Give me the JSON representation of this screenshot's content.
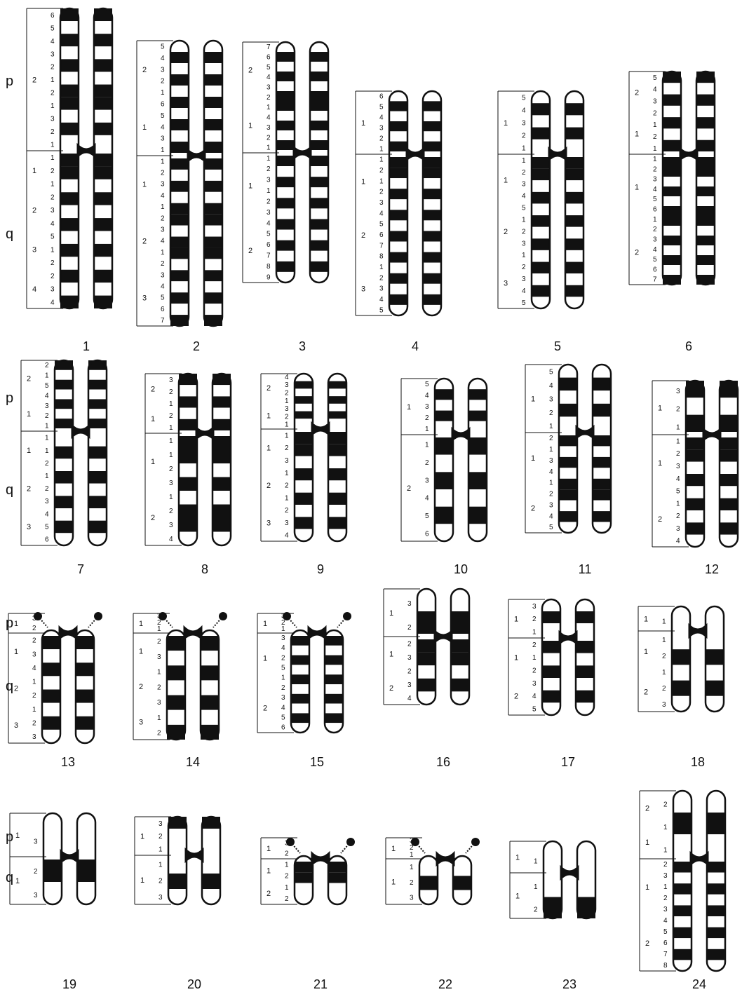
{
  "arm_labels": {
    "p": "p",
    "q": "q"
  },
  "chromosomes": [
    {
      "id": "1",
      "label": "1",
      "p_bands": "6 5 4 3 2 1 2 1 3 2 1",
      "q_bands": "1 2 1 2 3 4 5 1 2 2 3 4",
      "p_regions": [
        "2"
      ],
      "q_regions": [
        "1",
        "2",
        "3",
        "4"
      ],
      "pattern_p": [
        1,
        0,
        1,
        0,
        1,
        0,
        1,
        1,
        0,
        1,
        0
      ],
      "pattern_q": [
        1,
        1,
        0,
        1,
        0,
        1,
        0,
        1,
        0,
        1,
        0,
        1
      ],
      "acro": false
    },
    {
      "id": "2",
      "label": "2",
      "p_bands": "5 4 3 2 1 6 5 4 3 1",
      "q_bands": "1 2 3 4 1 2 3 4 1 2 3 4 5 6 7",
      "p_regions": [
        "2",
        "1"
      ],
      "q_regions": [
        "1",
        "2",
        "3"
      ],
      "pattern_p": [
        0,
        1,
        0,
        1,
        0,
        1,
        0,
        1,
        0,
        1
      ],
      "pattern_q": [
        1,
        0,
        1,
        0,
        1,
        1,
        0,
        1,
        1,
        0,
        1,
        0,
        1,
        0,
        1
      ],
      "acro": false
    },
    {
      "id": "3",
      "label": "3",
      "p_bands": "7 6 5 4 3 2 1 4 3 2 1",
      "q_bands": "1 2 3 1 2 3 4 5 6 7 8 9",
      "p_regions": [
        "2",
        "1"
      ],
      "q_regions": [
        "1",
        "2"
      ],
      "pattern_p": [
        0,
        1,
        0,
        1,
        0,
        1,
        1,
        0,
        1,
        0,
        1
      ],
      "pattern_q": [
        1,
        0,
        1,
        0,
        1,
        0,
        1,
        0,
        1,
        0,
        1,
        0
      ],
      "acro": false
    },
    {
      "id": "4",
      "label": "4",
      "p_bands": "6 5 4 3 2 1",
      "q_bands": "1 2 1 2 3 4 5 6 7 8 1 2 3 4 5",
      "p_regions": [
        "1"
      ],
      "q_regions": [
        "1",
        "2",
        "3"
      ],
      "pattern_p": [
        0,
        1,
        0,
        1,
        0,
        1
      ],
      "pattern_q": [
        1,
        1,
        0,
        1,
        0,
        1,
        0,
        1,
        0,
        1,
        0,
        1,
        0,
        1,
        0
      ],
      "acro": false
    },
    {
      "id": "5",
      "label": "5",
      "p_bands": "5 4 3 2 1",
      "q_bands": "1 2 3 4 5 1 2 3 1 2 3 4 5",
      "p_regions": [
        "1"
      ],
      "q_regions": [
        "1",
        "2",
        "3"
      ],
      "pattern_p": [
        0,
        1,
        0,
        1,
        0
      ],
      "pattern_q": [
        1,
        1,
        0,
        1,
        0,
        1,
        0,
        1,
        0,
        1,
        0,
        1,
        0
      ],
      "acro": false
    },
    {
      "id": "6",
      "label": "6",
      "p_bands": "5 4 3 2 1 2 1",
      "q_bands": "1 2 3 4 5 6 1 2 3 4 5 6 7",
      "p_regions": [
        "2",
        "1"
      ],
      "q_regions": [
        "1",
        "2"
      ],
      "pattern_p": [
        1,
        0,
        1,
        0,
        1,
        0,
        1
      ],
      "pattern_q": [
        1,
        1,
        0,
        1,
        0,
        1,
        1,
        0,
        1,
        0,
        1,
        0,
        1
      ],
      "acro": false
    },
    {
      "id": "7",
      "label": "7",
      "p_bands": "2 1 5 4 3 2 1",
      "q_bands": "1 1 2 1 2 3 4 5 6",
      "p_regions": [
        "2",
        "1"
      ],
      "q_regions": [
        "1",
        "2",
        "3"
      ],
      "pattern_p": [
        1,
        0,
        1,
        0,
        1,
        0,
        1
      ],
      "pattern_q": [
        0,
        1,
        0,
        1,
        0,
        1,
        0,
        1,
        0
      ],
      "acro": false
    },
    {
      "id": "8",
      "label": "8",
      "p_bands": "3 2 1 2 1",
      "q_bands": "1 1 2 3 1 2 3 4",
      "p_regions": [
        "2",
        "1"
      ],
      "q_regions": [
        "1",
        "2"
      ],
      "pattern_p": [
        1,
        0,
        1,
        0,
        1
      ],
      "pattern_q": [
        1,
        1,
        0,
        1,
        0,
        1,
        1,
        0
      ],
      "acro": false
    },
    {
      "id": "9",
      "label": "9",
      "p_bands": "4 3 2 1 3 2 1",
      "q_bands": "1 2 3 1 2 1 2 3 4",
      "p_regions": [
        "2",
        "1"
      ],
      "q_regions": [
        "1",
        "2",
        "3"
      ],
      "pattern_p": [
        0,
        1,
        0,
        1,
        0,
        1,
        0
      ],
      "pattern_q": [
        1,
        1,
        0,
        1,
        0,
        1,
        0,
        1,
        0
      ],
      "acro": false
    },
    {
      "id": "10",
      "label": "10",
      "p_bands": "5 4 3 2 1",
      "q_bands": "1 2 3 4 5 6",
      "p_regions": [
        "1"
      ],
      "q_regions": [
        "2"
      ],
      "pattern_p": [
        0,
        1,
        0,
        1,
        0
      ],
      "pattern_q": [
        1,
        0,
        1,
        0,
        1,
        0
      ],
      "acro": false
    },
    {
      "id": "11",
      "label": "11",
      "p_bands": "5 4 3 2 1",
      "q_bands": "2 1 3 4 1 2 3 4 5",
      "p_regions": [
        "1"
      ],
      "q_regions": [
        "1",
        "2"
      ],
      "pattern_p": [
        0,
        1,
        0,
        1,
        0
      ],
      "pattern_q": [
        1,
        0,
        1,
        0,
        1,
        1,
        0,
        1,
        0
      ],
      "acro": false
    },
    {
      "id": "12",
      "label": "12",
      "p_bands": "3 2 1",
      "q_bands": "1 2 3 4 5 1 2 3 4",
      "p_regions": [
        "1"
      ],
      "q_regions": [
        "1",
        "2"
      ],
      "pattern_p": [
        1,
        0,
        1
      ],
      "pattern_q": [
        1,
        1,
        0,
        1,
        0,
        1,
        0,
        1,
        0
      ],
      "acro": false
    },
    {
      "id": "13",
      "label": "13",
      "p_bands": "3 2",
      "q_bands": "2 3 4 1 2 1 2 3",
      "p_regions": [
        "1"
      ],
      "q_regions": [
        "1",
        "2",
        "3"
      ],
      "pattern_p": [
        1,
        0
      ],
      "pattern_q": [
        1,
        0,
        1,
        0,
        1,
        0,
        1,
        0
      ],
      "acro": true
    },
    {
      "id": "14",
      "label": "14",
      "p_bands": "3 2 1",
      "q_bands": "2 3 1 2 3 1 2",
      "p_regions": [
        "1"
      ],
      "q_regions": [
        "1",
        "2",
        "3"
      ],
      "pattern_p": [
        1,
        0,
        1
      ],
      "pattern_q": [
        1,
        0,
        1,
        0,
        1,
        0,
        1
      ],
      "acro": true
    },
    {
      "id": "15",
      "label": "15",
      "p_bands": "3 2 1",
      "q_bands": "3 4 2 5 1 2 3 4 5 6",
      "p_regions": [
        "1"
      ],
      "q_regions": [
        "1",
        "2"
      ],
      "pattern_p": [
        1,
        0,
        1
      ],
      "pattern_q": [
        1,
        0,
        1,
        0,
        1,
        0,
        1,
        0,
        1,
        0
      ],
      "acro": true
    },
    {
      "id": "16",
      "label": "16",
      "p_bands": "3 2",
      "q_bands": "2 3 2 3 4",
      "p_regions": [
        "1"
      ],
      "q_regions": [
        "1",
        "2"
      ],
      "pattern_p": [
        0,
        1
      ],
      "pattern_q": [
        1,
        1,
        0,
        1,
        0
      ],
      "acro": false
    },
    {
      "id": "17",
      "label": "17",
      "p_bands": "3 2 1",
      "q_bands": "2 1 2 3 4 5",
      "p_regions": [
        "1"
      ],
      "q_regions": [
        "1",
        "2"
      ],
      "pattern_p": [
        0,
        1,
        0
      ],
      "pattern_q": [
        1,
        0,
        1,
        0,
        1,
        0
      ],
      "acro": false
    },
    {
      "id": "18",
      "label": "18",
      "p_bands": "1",
      "q_bands": "1 2 1 2 3",
      "p_regions": [
        "1"
      ],
      "q_regions": [
        "1",
        "2"
      ],
      "pattern_p": [
        0
      ],
      "pattern_q": [
        0,
        1,
        0,
        1,
        0
      ],
      "acro": false
    },
    {
      "id": "19",
      "label": "19",
      "p_bands": "3",
      "q_bands": "2 3",
      "p_regions": [
        "1"
      ],
      "q_regions": [
        "1"
      ],
      "pattern_p": [
        0
      ],
      "pattern_q": [
        1,
        0
      ],
      "acro": false
    },
    {
      "id": "20",
      "label": "20",
      "p_bands": "3 2 1",
      "q_bands": "1 2 3",
      "p_regions": [
        "1"
      ],
      "q_regions": [
        "1"
      ],
      "pattern_p": [
        1,
        0,
        0
      ],
      "pattern_q": [
        0,
        1,
        0
      ],
      "acro": false
    },
    {
      "id": "21",
      "label": "21",
      "p_bands": "3 2",
      "q_bands": "1 2 1 2",
      "p_regions": [
        "1"
      ],
      "q_regions": [
        "1",
        "2"
      ],
      "pattern_p": [
        0,
        1
      ],
      "pattern_q": [
        1,
        1,
        0,
        0
      ],
      "acro": true
    },
    {
      "id": "22",
      "label": "22",
      "p_bands": "3 2 1",
      "q_bands": "1 2 3",
      "p_regions": [
        "1"
      ],
      "q_regions": [
        "1"
      ],
      "pattern_p": [
        1,
        0,
        1
      ],
      "pattern_q": [
        0,
        1,
        0
      ],
      "acro": true
    },
    {
      "id": "23",
      "label": "23",
      "p_bands": "1",
      "q_bands": "1 2",
      "p_regions": [
        "1"
      ],
      "q_regions": [
        "1"
      ],
      "pattern_p": [
        0
      ],
      "pattern_q": [
        0,
        1
      ],
      "acro": false
    },
    {
      "id": "24",
      "label": "24",
      "p_bands": "2 1 1",
      "q_bands": "2 3 1 2 3 4 5 6 7 8",
      "p_regions": [
        "2",
        "1"
      ],
      "q_regions": [
        "1",
        "2"
      ],
      "pattern_p": [
        0,
        1,
        0
      ],
      "pattern_q": [
        1,
        0,
        1,
        0,
        1,
        0,
        1,
        0,
        1,
        0
      ],
      "acro": false
    }
  ]
}
